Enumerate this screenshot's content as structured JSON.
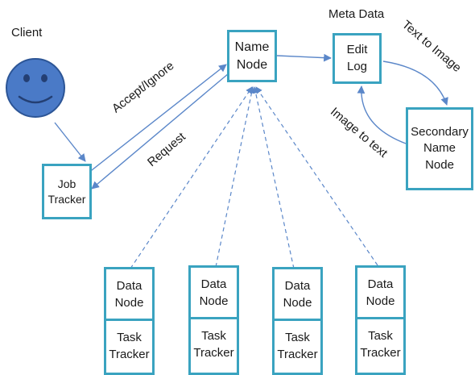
{
  "client": {
    "label": "Client"
  },
  "meta_data": {
    "label": "Meta Data"
  },
  "name_node": {
    "line1": "Name",
    "line2": "Node"
  },
  "edit_log": {
    "line1": "Edit",
    "line2": "Log"
  },
  "secondary": {
    "line1": "Secondary",
    "line2": "Name",
    "line3": "Node"
  },
  "job_tracker": {
    "line1": "Job",
    "line2": "Tracker"
  },
  "edges": {
    "accept_ignore": "Accept/Ignore",
    "request": "Request",
    "text_to_image": "Text to Image",
    "image_to_text": "Image to text"
  },
  "workers": [
    {
      "top1": "Data",
      "top2": "Node",
      "bottom1": "Task",
      "bottom2": "Tracker"
    },
    {
      "top1": "Data",
      "top2": "Node",
      "bottom1": "Task",
      "bottom2": "Tracker"
    },
    {
      "top1": "Data",
      "top2": "Node",
      "bottom1": "Task",
      "bottom2": "Tracker"
    },
    {
      "top1": "Data",
      "top2": "Node",
      "bottom1": "Task",
      "bottom2": "Tracker"
    }
  ],
  "colors": {
    "box_border": "#3aa3c0",
    "arrow": "#5b87c9",
    "face_fill": "#4a7ac7",
    "face_stroke": "#2c5596"
  }
}
